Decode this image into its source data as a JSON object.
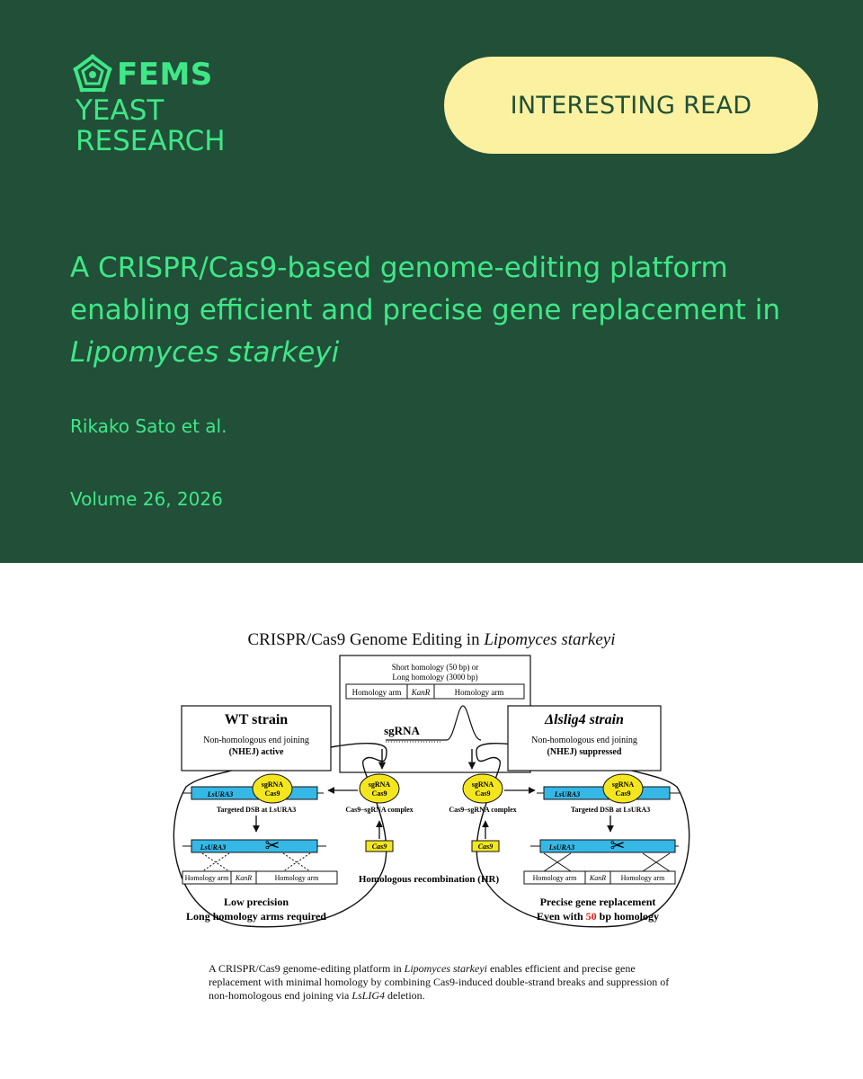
{
  "header": {
    "logo": {
      "brand": "FEMS",
      "line1": "YEAST",
      "line2": "RESEARCH",
      "icon": "fems-pentagon-logo-icon"
    },
    "badge_label": "INTERESTING READ",
    "title_plain": "A CRISPR/Cas9-based genome-editing platform enabling efficient and precise gene replacement in ",
    "title_italic": "Lipomyces starkeyi",
    "authors": "Rikako Sato et al.",
    "volume": "Volume 26, 2026"
  },
  "figure": {
    "title_plain": "CRISPR/Cas9 Genome Editing in ",
    "title_italic": "Lipomyces starkeyi",
    "donor": {
      "line1": "Short homology (50 bp) or",
      "line2": "Long homology (3000 bp)",
      "arm_left": "Homology arm",
      "marker": "KanR",
      "arm_right": "Homology arm",
      "sgrna": "sgRNA"
    },
    "wt": {
      "strain": "WT strain",
      "nhej_line1": "Non-homologous end joining",
      "nhej_line2": "(NHEJ) active",
      "locus": "LsURA3",
      "dsb": "Targeted DSB at LsURA3",
      "complex": "Cas9–sgRNA complex",
      "cas9": "Cas9",
      "arm_left": "Homology arm",
      "marker": "KanR",
      "arm_right": "Homology arm",
      "outcome1": "Low precision",
      "outcome2": "Long homology arms required"
    },
    "mutant": {
      "strain": "Δlslig4 strain",
      "nhej_line1": "Non-homologous end joining",
      "nhej_line2": "(NHEJ) suppressed",
      "locus": "LsURA3",
      "dsb": "Targeted DSB at LsURA3",
      "complex": "Cas9–sgRNA complex",
      "cas9": "Cas9",
      "arm_left": "Homology arm",
      "marker": "KanR",
      "arm_right": "Homology arm",
      "outcome1": "Precise gene replacement",
      "outcome2_pre": "Even with ",
      "outcome2_num": "50",
      "outcome2_post": " bp homology"
    },
    "complex_sg": "sgRNA",
    "complex_cas": "Cas9",
    "hr_label": "Homologous recombination (HR)",
    "colors": {
      "locus": "#36b8e6",
      "complex": "#f4e61e",
      "red": "#e0201a"
    }
  },
  "caption": {
    "p1": "A CRISPR/Cas9 genome-editing platform in ",
    "i1": "Lipomyces starkeyi",
    "p2": " enables efficient and precise gene replacement with minimal homology by combining Cas9-induced double-strand breaks and suppression of non-homologous end joining via ",
    "i2": "LsLIG4",
    "p3": " deletion."
  }
}
